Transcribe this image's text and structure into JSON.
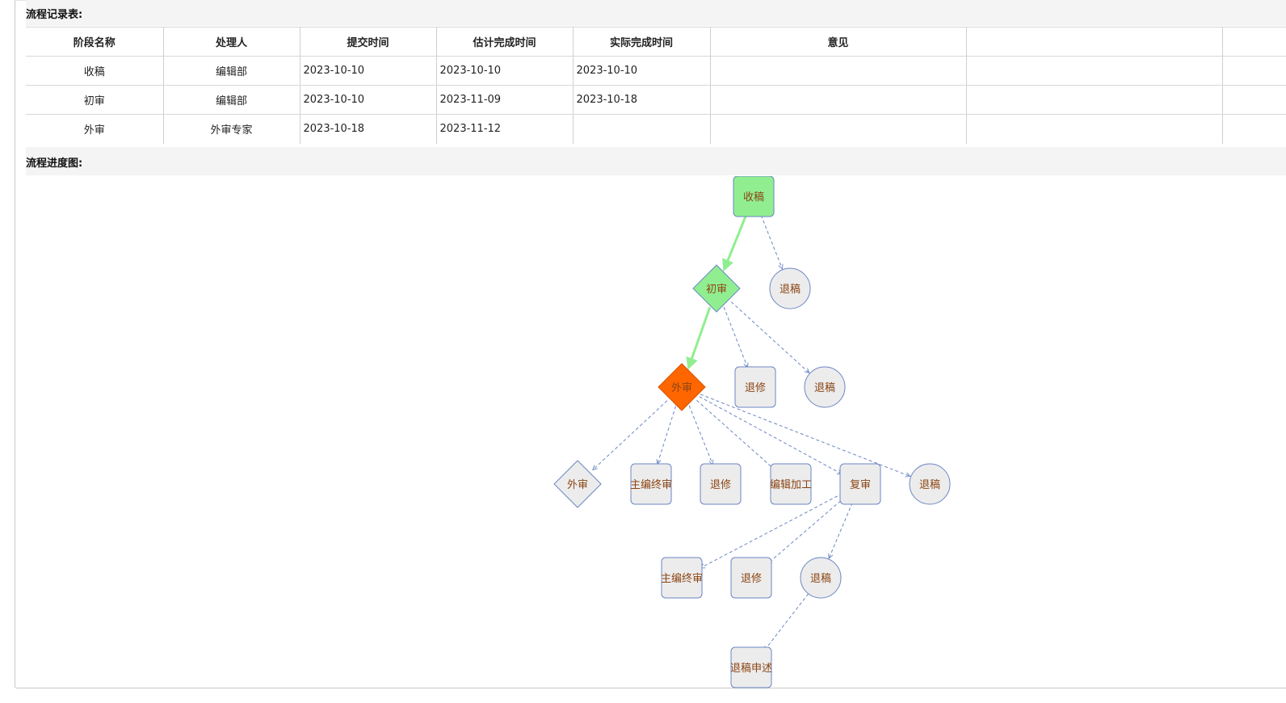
{
  "record_section": {
    "title": "流程记录表:"
  },
  "table": {
    "headers": [
      "阶段名称",
      "处理人",
      "提交时间",
      "估计完成时间",
      "实际完成时间",
      "意见",
      "",
      ""
    ],
    "rows": [
      [
        "收稿",
        "编辑部",
        "2023-10-10",
        "2023-10-10",
        "2023-10-10",
        "",
        "",
        ""
      ],
      [
        "初审",
        "编辑部",
        "2023-10-10",
        "2023-11-09",
        "2023-10-18",
        "",
        "",
        ""
      ],
      [
        "外审",
        "外审专家",
        "2023-10-18",
        "2023-11-12",
        "",
        "",
        "",
        ""
      ]
    ]
  },
  "progress_section": {
    "title": "流程进度图:"
  },
  "flow": {
    "colors": {
      "done": "#90ee90",
      "current": "#ff6600",
      "pending": "#ececec",
      "stroke": "#6b86c4",
      "label": "#8b4513",
      "done_edge": "#90ee90"
    },
    "nodes": [
      {
        "id": "n1",
        "label": "收稿",
        "shape": "rounded-rect",
        "state": "done"
      },
      {
        "id": "n2",
        "label": "初审",
        "shape": "diamond",
        "state": "done"
      },
      {
        "id": "n3",
        "label": "退稿",
        "shape": "circle",
        "state": "pending"
      },
      {
        "id": "n4",
        "label": "外审",
        "shape": "diamond",
        "state": "current"
      },
      {
        "id": "n5",
        "label": "退修",
        "shape": "rounded-rect",
        "state": "pending"
      },
      {
        "id": "n6",
        "label": "退稿",
        "shape": "circle",
        "state": "pending"
      },
      {
        "id": "n7",
        "label": "外审",
        "shape": "diamond",
        "state": "pending"
      },
      {
        "id": "n8",
        "label": "主编终审",
        "shape": "rounded-rect",
        "state": "pending"
      },
      {
        "id": "n9",
        "label": "退修",
        "shape": "rounded-rect",
        "state": "pending"
      },
      {
        "id": "n10",
        "label": "编辑加工",
        "shape": "rounded-rect",
        "state": "pending"
      },
      {
        "id": "n11",
        "label": "复审",
        "shape": "rounded-rect",
        "state": "pending"
      },
      {
        "id": "n12",
        "label": "退稿",
        "shape": "circle",
        "state": "pending"
      },
      {
        "id": "n13",
        "label": "主编终审",
        "shape": "rounded-rect",
        "state": "pending"
      },
      {
        "id": "n14",
        "label": "退修",
        "shape": "rounded-rect",
        "state": "pending"
      },
      {
        "id": "n15",
        "label": "退稿",
        "shape": "circle",
        "state": "pending"
      },
      {
        "id": "n16",
        "label": "退稿申述",
        "shape": "rounded-rect",
        "state": "pending"
      }
    ],
    "edges": [
      {
        "from": "n1",
        "to": "n2",
        "style": "done"
      },
      {
        "from": "n1",
        "to": "n3",
        "style": "dashed"
      },
      {
        "from": "n2",
        "to": "n4",
        "style": "done"
      },
      {
        "from": "n2",
        "to": "n5",
        "style": "dashed"
      },
      {
        "from": "n2",
        "to": "n6",
        "style": "dashed"
      },
      {
        "from": "n4",
        "to": "n7",
        "style": "dashed"
      },
      {
        "from": "n4",
        "to": "n8",
        "style": "dashed"
      },
      {
        "from": "n4",
        "to": "n9",
        "style": "dashed"
      },
      {
        "from": "n4",
        "to": "n10",
        "style": "dashed"
      },
      {
        "from": "n4",
        "to": "n11",
        "style": "dashed"
      },
      {
        "from": "n4",
        "to": "n12",
        "style": "dashed"
      },
      {
        "from": "n11",
        "to": "n13",
        "style": "dashed"
      },
      {
        "from": "n11",
        "to": "n14",
        "style": "dashed"
      },
      {
        "from": "n11",
        "to": "n15",
        "style": "dashed"
      },
      {
        "from": "n15",
        "to": "n16",
        "style": "dashed"
      }
    ]
  }
}
